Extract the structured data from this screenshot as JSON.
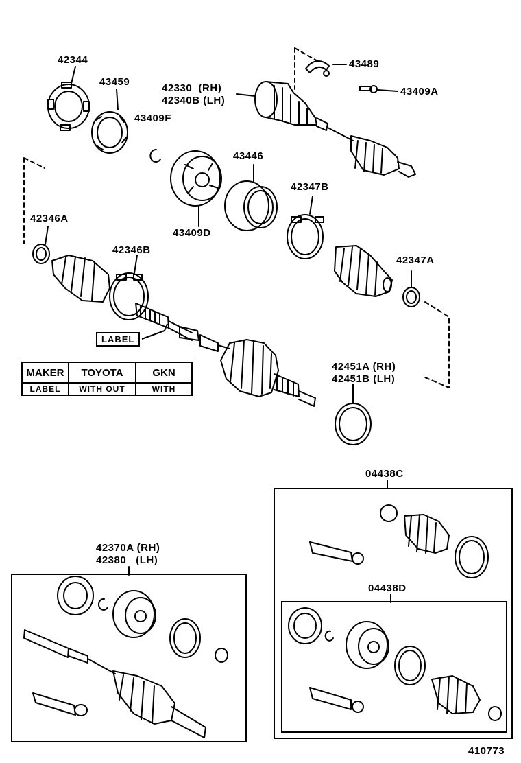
{
  "parts": {
    "p42344": "42344",
    "p43459": "43459",
    "p43409F": "43409F",
    "p42330": "42330  (RH)",
    "p42340B": "42340B (LH)",
    "p43489": "43489",
    "p43409A": "43409A",
    "p43446": "43446",
    "p43409D": "43409D",
    "p42346A": "42346A",
    "p42347B": "42347B",
    "p42346B": "42346B",
    "p42347A": "42347A",
    "p42451A": "42451A (RH)",
    "p42451B": "42451B (LH)",
    "p04438C": "04438C",
    "p04438D": "04438D",
    "p42370A": "42370A (RH)",
    "p42380": "42380   (LH)"
  },
  "label_tag": "LABEL",
  "maker_table": {
    "header": [
      "MAKER",
      "TOYOTA",
      "GKN"
    ],
    "row": [
      "LABEL",
      "WITH OUT",
      "WITH"
    ]
  },
  "figure_number": "410773"
}
